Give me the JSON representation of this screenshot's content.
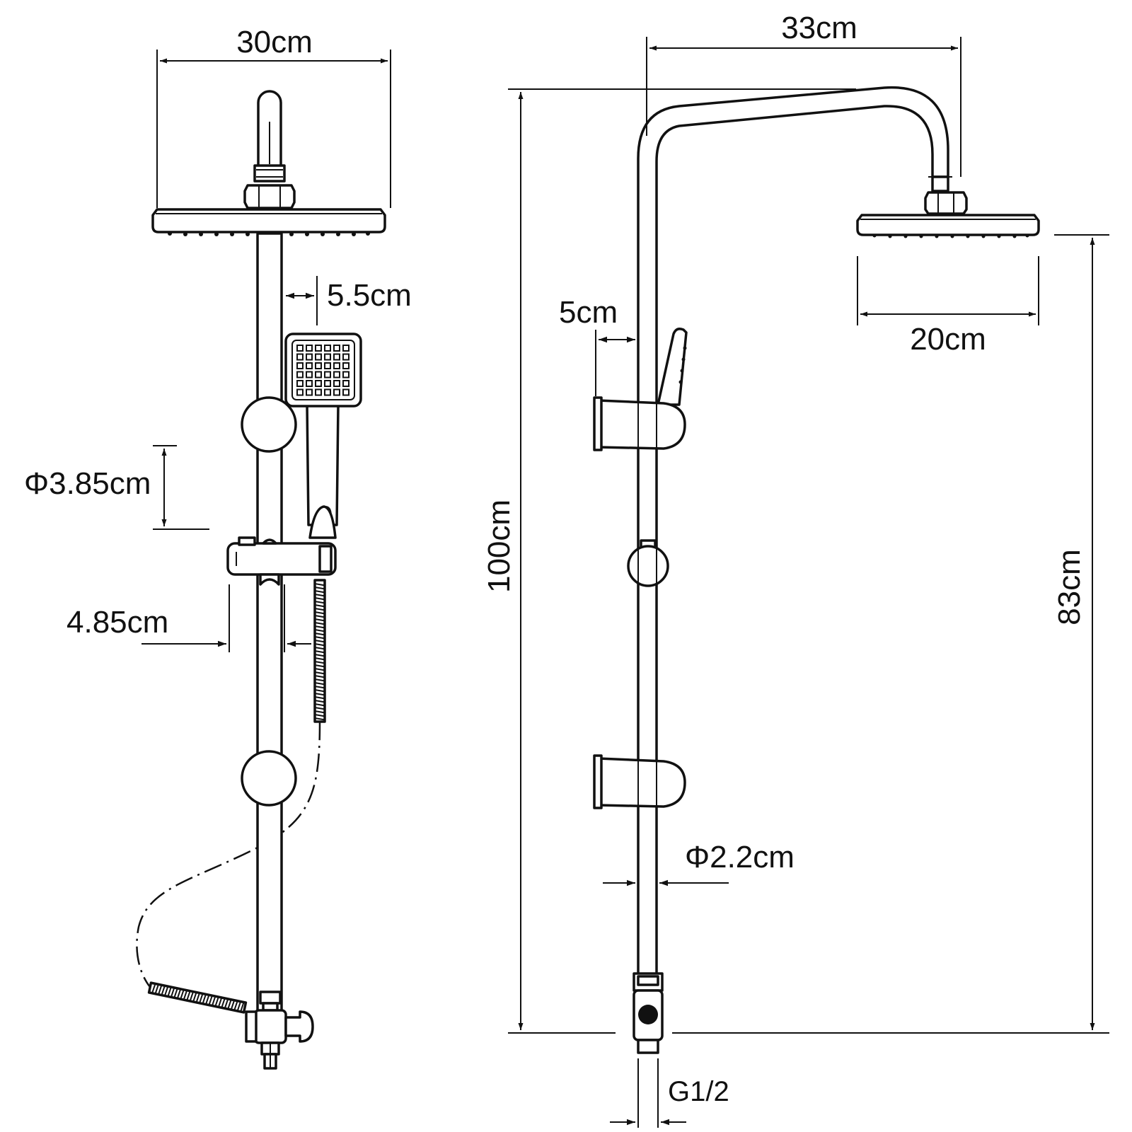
{
  "dimensions": {
    "head_width_front": "30cm",
    "arm_reach": "33cm",
    "total_height": "100cm",
    "head_height": "83cm",
    "head_diameter_side": "20cm",
    "handset_offset_front": "5.5cm",
    "handset_offset_side": "5cm",
    "holder_diameter": "Φ3.85cm",
    "slider_width": "4.85cm",
    "pipe_diameter": "Φ2.2cm",
    "thread": "G1/2"
  },
  "colors": {
    "line": "#111111",
    "background": "#ffffff"
  }
}
